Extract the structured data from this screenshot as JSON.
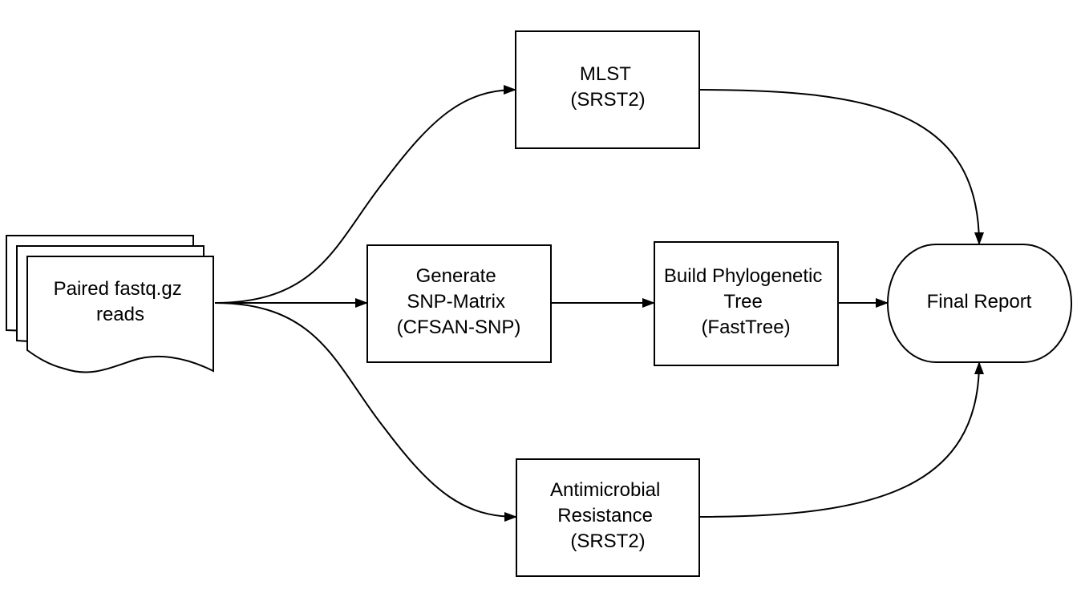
{
  "nodes": {
    "input": {
      "lines": [
        "Paired fastq.gz",
        "reads"
      ]
    },
    "mlst": {
      "lines": [
        "MLST",
        "(SRST2)"
      ]
    },
    "snp": {
      "lines": [
        "Generate",
        "SNP-Matrix",
        "(CFSAN-SNP)"
      ]
    },
    "tree": {
      "lines": [
        "Build Phylogenetic",
        "Tree",
        "(FastTree)"
      ]
    },
    "amr": {
      "lines": [
        "Antimicrobial",
        "Resistance",
        "(SRST2)"
      ]
    },
    "report": {
      "lines": [
        "Final Report"
      ]
    }
  },
  "edges": [
    {
      "from": "input",
      "to": "mlst"
    },
    {
      "from": "input",
      "to": "snp"
    },
    {
      "from": "input",
      "to": "amr"
    },
    {
      "from": "snp",
      "to": "tree"
    },
    {
      "from": "tree",
      "to": "report"
    },
    {
      "from": "mlst",
      "to": "report"
    },
    {
      "from": "amr",
      "to": "report"
    }
  ],
  "colors": {
    "stroke": "#000000",
    "fill": "#ffffff"
  }
}
